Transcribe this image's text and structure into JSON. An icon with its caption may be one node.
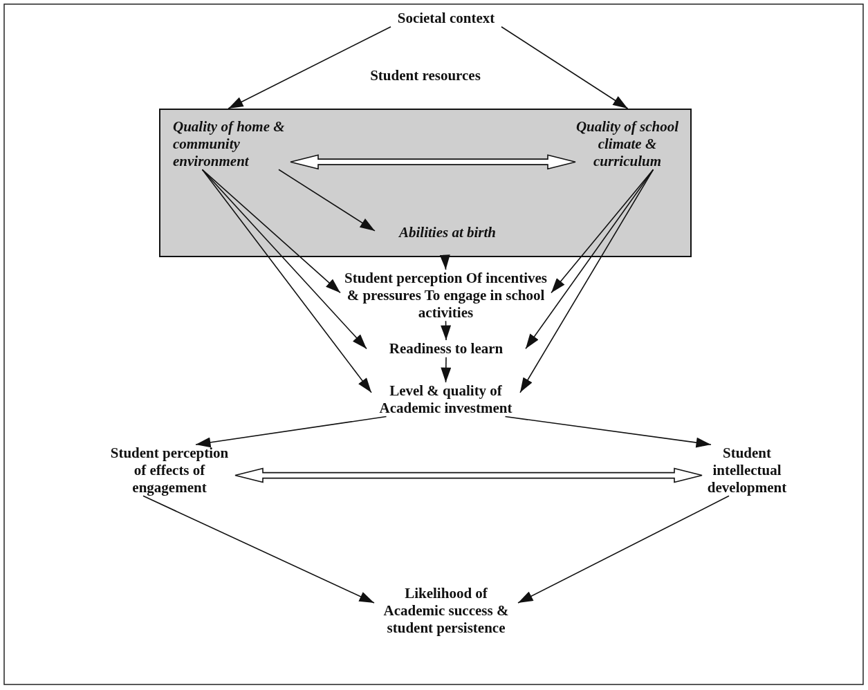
{
  "diagram": {
    "nodes": [
      {
        "text": [
          "Societal context"
        ]
      },
      {
        "text": [
          "Student resources"
        ]
      },
      {
        "text": [
          "Quality of home & community environment"
        ],
        "in": 1
      },
      {
        "text": [
          "Quality of school climate & curriculum"
        ],
        "in": 1
      },
      {
        "text": [
          "Abilities at birth"
        ],
        "in": 1
      },
      {
        "text": [
          "Student perception Of incentives & pressures To engage in school activities"
        ]
      },
      {
        "text": [
          "Readiness to learn"
        ]
      },
      {
        "text": [
          "Level & quality of Academic investment"
        ]
      },
      {
        "text": [
          "Student perception of effects of engagement"
        ]
      },
      {
        "text": [
          "Student intellectual development"
        ]
      },
      {
        "text": [
          "Likelihood of Academic success & student persistence"
        ]
      }
    ],
    "edges": [
      {
        "from": 0,
        "to": 1,
        "arrow": "to"
      },
      {
        "from": 0,
        "to": 1,
        "arrow": "to"
      },
      {
        "from": 2,
        "to": 3,
        "arrow": "both",
        "style": "thick"
      },
      {
        "from": 2,
        "to": 4,
        "arrow": "to"
      },
      {
        "from": 1,
        "to": 5,
        "arrow": "to"
      },
      {
        "from": 2,
        "to": 5,
        "arrow": "to"
      },
      {
        "from": 2,
        "to": 6,
        "arrow": "to"
      },
      {
        "from": 2,
        "to": 7,
        "arrow": "to"
      },
      {
        "from": 3,
        "to": 5,
        "arrow": "to"
      },
      {
        "from": 3,
        "to": 6,
        "arrow": "to"
      },
      {
        "from": 3,
        "to": 7,
        "arrow": "to"
      },
      {
        "from": 5,
        "to": 6,
        "arrow": "to"
      },
      {
        "from": 6,
        "to": 7,
        "arrow": "to"
      },
      {
        "from": 7,
        "to": 8,
        "arrow": "to"
      },
      {
        "from": 7,
        "to": 9,
        "arrow": "to"
      },
      {
        "from": 8,
        "to": 9,
        "arrow": "both",
        "style": "thick"
      },
      {
        "from": 8,
        "to": 10,
        "arrow": "to"
      },
      {
        "from": 9,
        "to": 10,
        "arrow": "to"
      }
    ]
  }
}
